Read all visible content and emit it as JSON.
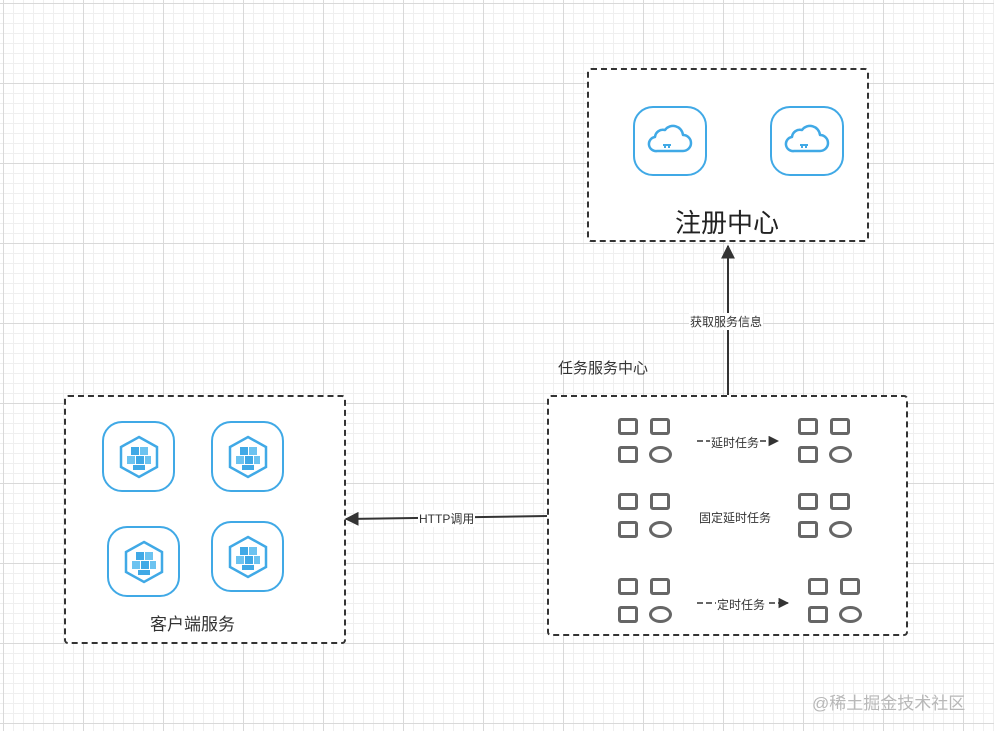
{
  "registry": {
    "title": "注册中心"
  },
  "task_center": {
    "title": "任务服务中心",
    "rows": [
      {
        "label": "延时任务"
      },
      {
        "label": "固定延时任务"
      },
      {
        "label": "定时任务"
      }
    ]
  },
  "client": {
    "title": "客户端服务"
  },
  "edges": {
    "fetch_service_info": "获取服务信息",
    "http_call": "HTTP调用"
  },
  "watermark": "@稀土掘金技术社区",
  "colors": {
    "accent": "#40a9e6",
    "line": "#333333",
    "group_icon": "#666666"
  },
  "icons": {
    "registry_node": "cloud-icon",
    "client_node": "cube-cluster-icon",
    "task_node": "app-grid-icon"
  }
}
